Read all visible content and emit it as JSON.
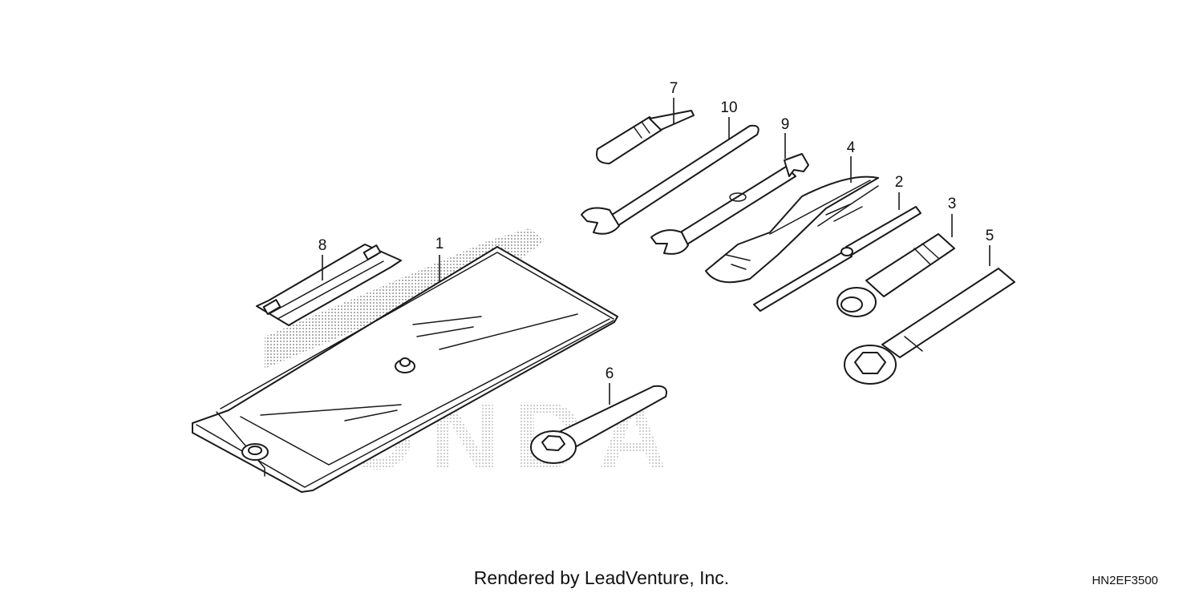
{
  "diagram": {
    "watermark_text": "HONDA",
    "credit": "Rendered by LeadVenture, Inc.",
    "diagram_code": "HN2EF3500",
    "callouts": [
      {
        "id": "c1",
        "label": "1",
        "part": "tool-bag"
      },
      {
        "id": "c2",
        "label": "2",
        "part": "screwdriver"
      },
      {
        "id": "c3",
        "label": "3",
        "part": "plug-wrench"
      },
      {
        "id": "c4",
        "label": "4",
        "part": "pliers"
      },
      {
        "id": "c5",
        "label": "5",
        "part": "socket-wrench"
      },
      {
        "id": "c6",
        "label": "6",
        "part": "ring-wrench"
      },
      {
        "id": "c7",
        "label": "7",
        "part": "screwdriver-grip"
      },
      {
        "id": "c8",
        "label": "8",
        "part": "band"
      },
      {
        "id": "c9",
        "label": "9",
        "part": "open-end-wrench"
      },
      {
        "id": "c10",
        "label": "10",
        "part": "open-end-wrench-long"
      }
    ]
  }
}
